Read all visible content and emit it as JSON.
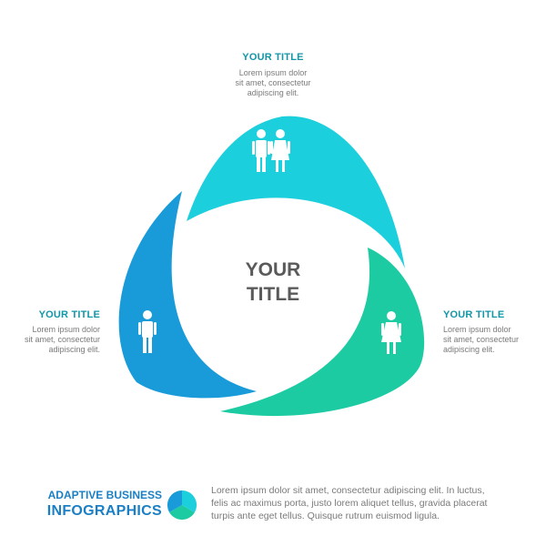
{
  "top": {
    "title": "YOUR TITLE",
    "lines": [
      "Lorem ipsum dolor",
      "sit amet, consectetur",
      "adipiscing elit."
    ]
  },
  "left": {
    "title": "YOUR TITLE",
    "lines": [
      "Lorem ipsum dolor",
      "sit amet, consectetur",
      "adipiscing elit."
    ]
  },
  "right": {
    "title": "YOUR TITLE",
    "lines": [
      "Lorem ipsum dolor",
      "sit amet, consectetur",
      "adipiscing elit."
    ]
  },
  "center": {
    "line1": "YOUR",
    "line2": "TITLE"
  },
  "brand": {
    "line1": "ADAPTIVE BUSINESS",
    "line2": "INFOGRAPHICS"
  },
  "footer": {
    "lines": [
      "Lorem ipsum dolor sit amet, consectetur adipiscing elit. In luctus,",
      "felis ac maximus porta, justo lorem aliquet tellus, gravida placerat",
      "turpis ante eget tellus. Quisque rutrum euismod ligula."
    ]
  },
  "colors": {
    "cyan": "#1ccfdc",
    "blue": "#1a9bd9",
    "green": "#1dcba3",
    "accent_text": "#1296a8",
    "brand_text": "#1a7fc4"
  },
  "icons": {
    "top": "couple-icon",
    "left": "man-icon",
    "right": "woman-icon",
    "logo": "pie-logo-icon"
  }
}
